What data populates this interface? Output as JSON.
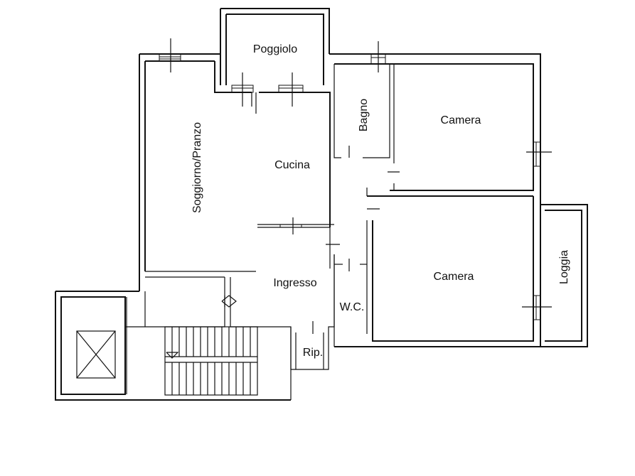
{
  "rooms": {
    "poggiolo": "Poggiolo",
    "bagno": "Bagno",
    "camera_top": "Camera",
    "soggiorno": "Soggiorno/Pranzo",
    "cucina": "Cucina",
    "loggia": "Loggia",
    "camera_bottom": "Camera",
    "ingresso": "Ingresso",
    "wc": "W.C.",
    "rip": "Rip."
  }
}
